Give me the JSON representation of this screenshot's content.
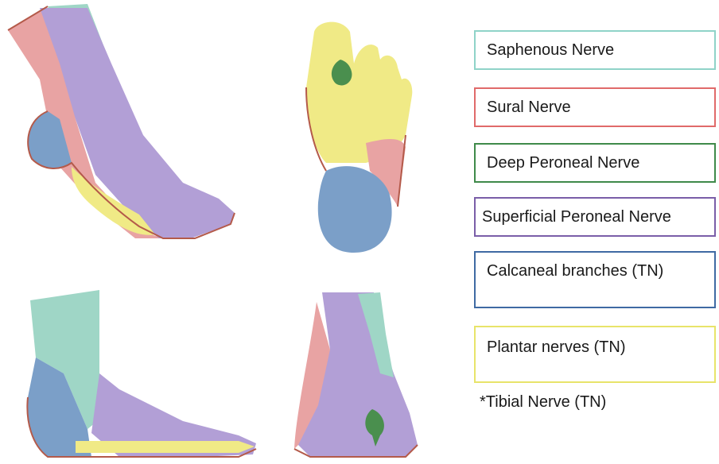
{
  "legend": [
    {
      "label": "Saphenous Nerve",
      "color": "#8fd3c8"
    },
    {
      "label": "Sural Nerve",
      "color": "#e06a6a"
    },
    {
      "label": "Deep Peroneal Nerve",
      "color": "#3f8a4a"
    },
    {
      "label": "Superficial Peroneal Nerve",
      "color": "#7a5ea8"
    },
    {
      "label": "Calcaneal branches (TN)",
      "color": "#3f6aa3"
    },
    {
      "label": "Plantar nerves (TN)",
      "color": "#e8e46a"
    }
  ],
  "footnote": "*Tibial Nerve (TN)",
  "colors": {
    "saphenous": "#9fd6c6",
    "sural": "#e8a3a3",
    "deep_peroneal": "#4a8f4e",
    "superficial_peroneal": "#b29fd6",
    "calcaneal": "#7b9fc8",
    "plantar": "#f0ea86",
    "outline": "#b45a4a"
  }
}
